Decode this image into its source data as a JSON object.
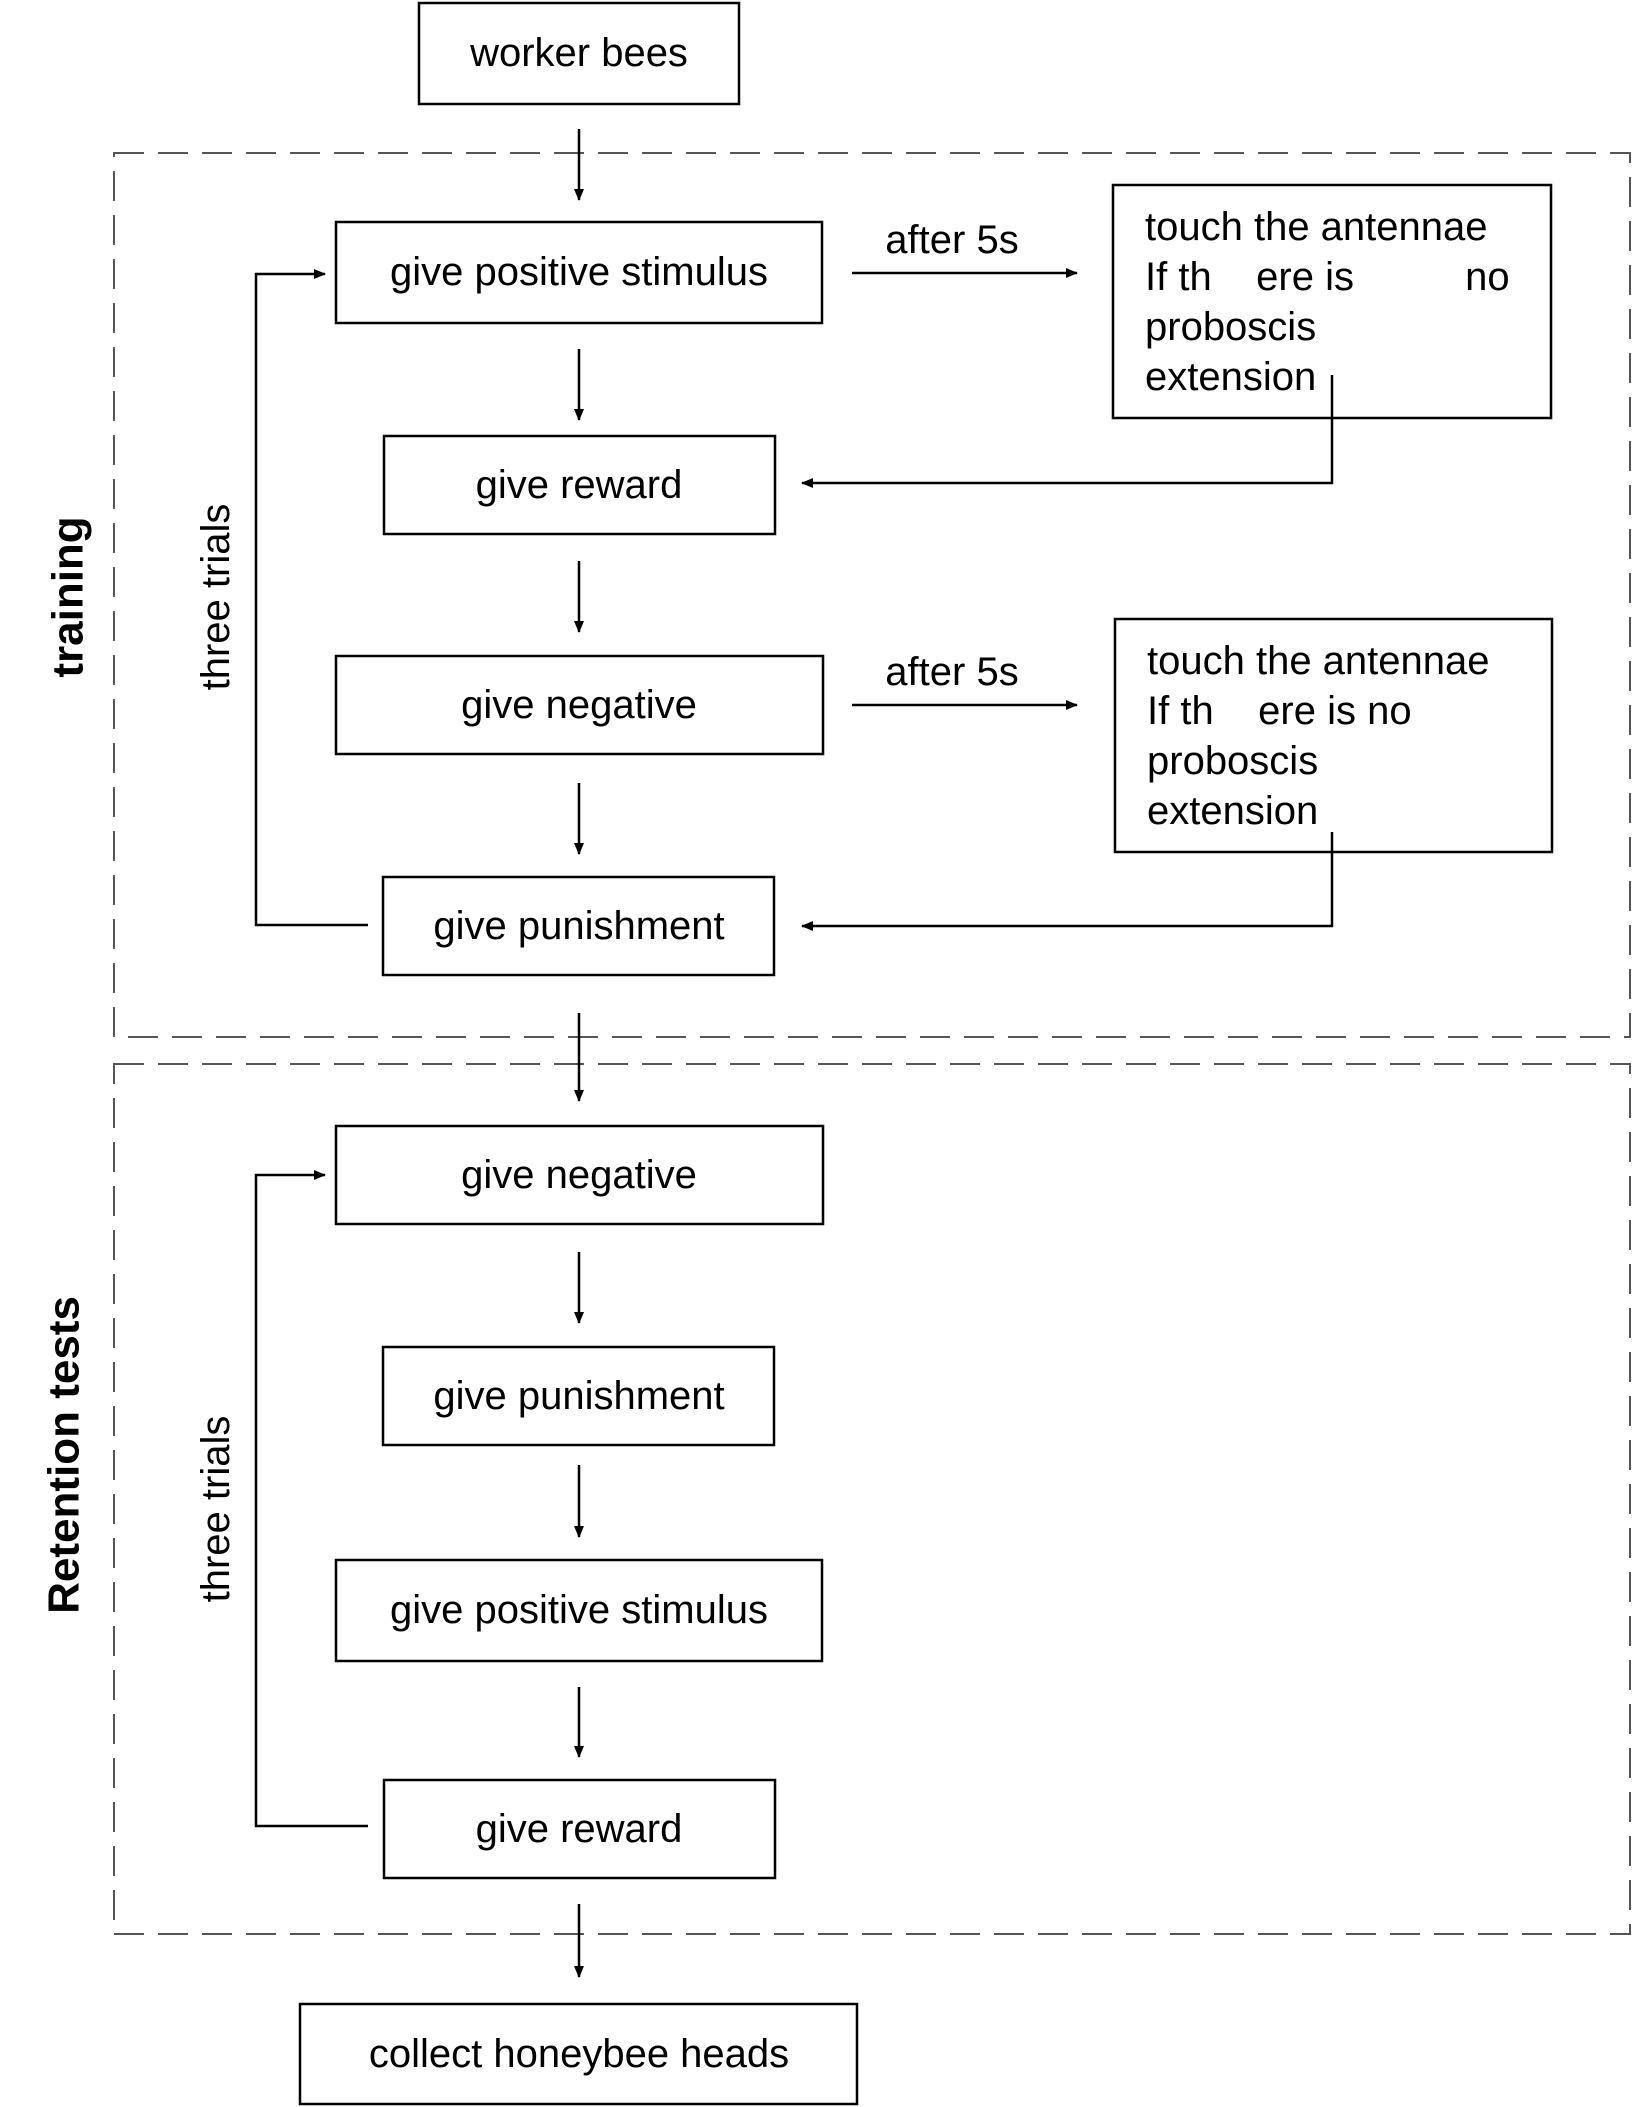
{
  "start": "worker bees",
  "end": "collect honeybee heads",
  "training": {
    "label": "training",
    "loop_label": "three trials",
    "steps": [
      "give positive stimulus",
      "give reward",
      "give negative",
      "give punishment"
    ],
    "checks": [
      {
        "timing": "after 5s",
        "lines": [
          "touch the antennae",
          "If th    ere is          no",
          "proboscis",
          "extension"
        ]
      },
      {
        "timing": "after 5s",
        "lines": [
          "touch the antennae",
          "If th    ere is no",
          "proboscis",
          "extension"
        ]
      }
    ]
  },
  "retention": {
    "label": "Retention tests",
    "loop_label": "three trials",
    "steps": [
      "give negative",
      "give punishment",
      "give positive stimulus",
      "give reward"
    ]
  },
  "colors": {
    "line": "#000000",
    "background": "#ffffff"
  }
}
